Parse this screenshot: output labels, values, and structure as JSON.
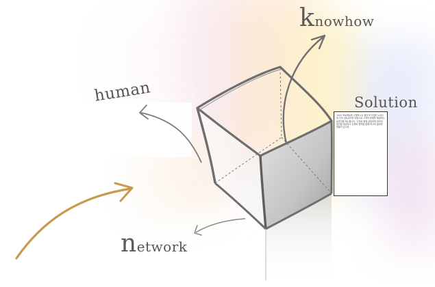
{
  "labels": {
    "knowhow": {
      "initial": "k",
      "rest": "nowhow"
    },
    "human": "human",
    "solution": "Solution",
    "network": {
      "initial": "n",
      "rest": "etwork"
    }
  },
  "solution_document": {
    "text": "3000 프로젝트를 수행하시는 동안의 다양한 노하우와 인적 네트워크를 바탕으로 고객의 문제를 해결하는 솔루션을 제시합니다. 고객과 함께 성장하며 최적의 방안을 제공하고 신뢰와 협력을 통해 최고의 결과를 만들어 갑니다."
  },
  "colors": {
    "background_blobs": [
      "#f6e6ec",
      "#fde9d6",
      "#fdf3c8",
      "#e8ecfb",
      "#f3e3f1"
    ],
    "sketch_stroke": "#6e6e6e",
    "box_dark_face": "#cfcfcf",
    "golden_arrow": "#c79a4e",
    "label_text": "#555555"
  }
}
